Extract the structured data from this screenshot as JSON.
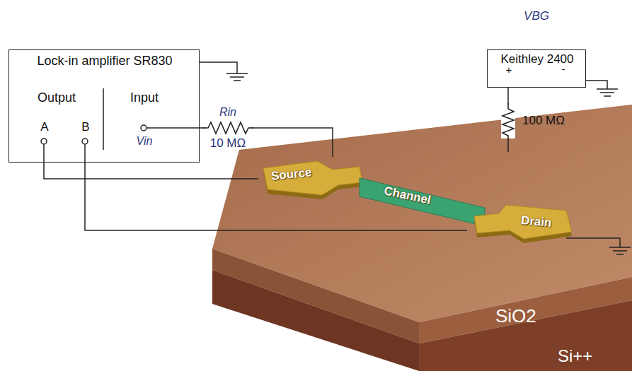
{
  "diagram": {
    "nodes": [
      {
        "text": [
          "Lock-in amplifier SR830",
          "Output",
          "Input",
          "A",
          "B",
          "Vin"
        ]
      },
      {
        "text": [
          "Keithley 2400",
          "+",
          "-"
        ]
      },
      {
        "text": [
          "SiO2"
        ]
      },
      {
        "text": [
          "Source"
        ],
        "in": 2
      },
      {
        "text": [
          "Channel"
        ],
        "in": 2
      },
      {
        "text": [
          "Drain"
        ],
        "in": 2
      },
      {
        "text": [
          "Si++"
        ]
      }
    ],
    "edges": [
      {
        "from": 0,
        "to": 3,
        "arrow": "none"
      },
      {
        "from": 0,
        "to": 5,
        "arrow": "none"
      },
      {
        "from": 0,
        "to": 3,
        "arrow": "none"
      },
      {
        "from": 1,
        "to": 2,
        "arrow": "none"
      }
    ],
    "labels": [
      "VBG",
      "Rin",
      "10 MΩ",
      "100 MΩ"
    ]
  }
}
